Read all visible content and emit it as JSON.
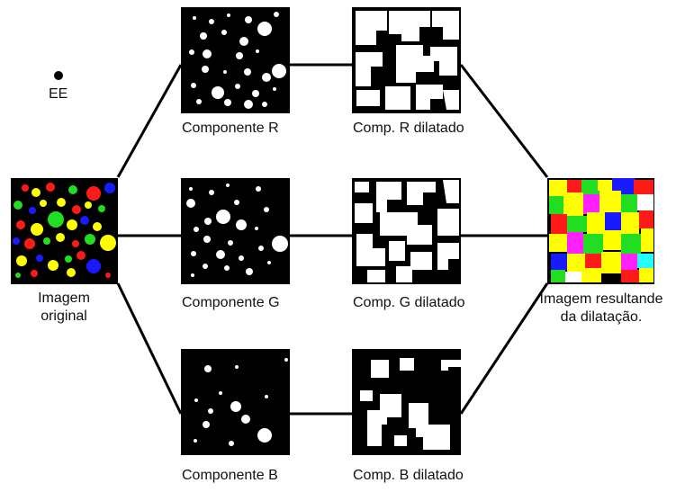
{
  "structuring_element": {
    "label": "EE"
  },
  "original": {
    "label_line1": "Imagem",
    "label_line2": "original"
  },
  "components": {
    "r": {
      "label": "Componente R"
    },
    "g": {
      "label": "Componente G"
    },
    "b": {
      "label": "Componente B"
    }
  },
  "dilated": {
    "r": {
      "label": "Comp. R dilatado"
    },
    "g": {
      "label": "Comp. G dilatado"
    },
    "b": {
      "label": "Comp. B dilatado"
    }
  },
  "result": {
    "label_line1": "Imagem  resultande",
    "label_line2": "da dilatação."
  },
  "colors": {
    "line": "#000000",
    "background": "#000000",
    "foreground": "#ffffff",
    "red": "#ff1a1a",
    "green": "#22dd22",
    "blue": "#1a1aff",
    "yellow": "#ffff00",
    "magenta": "#ff22ff",
    "cyan": "#22ffff"
  }
}
